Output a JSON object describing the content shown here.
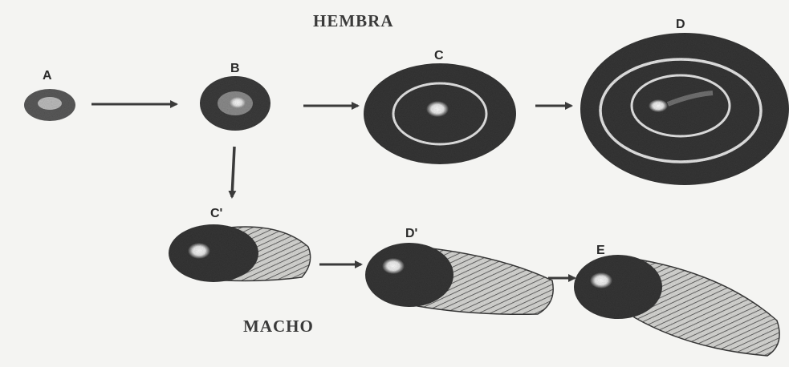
{
  "diagram": {
    "female_caption": "HEMBRA",
    "male_caption": "MACHO",
    "stages": {
      "a": "A",
      "b": "B",
      "c": "C",
      "d": "D",
      "c_prime": "C'",
      "d_prime": "D'",
      "e": "E"
    }
  },
  "colors": {
    "background": "#f4f4f2",
    "scale_dark": "#3c3c3c",
    "ring": "#e6e6e6",
    "arrow": "#3a3a3a",
    "text": "#2a2a2a"
  }
}
